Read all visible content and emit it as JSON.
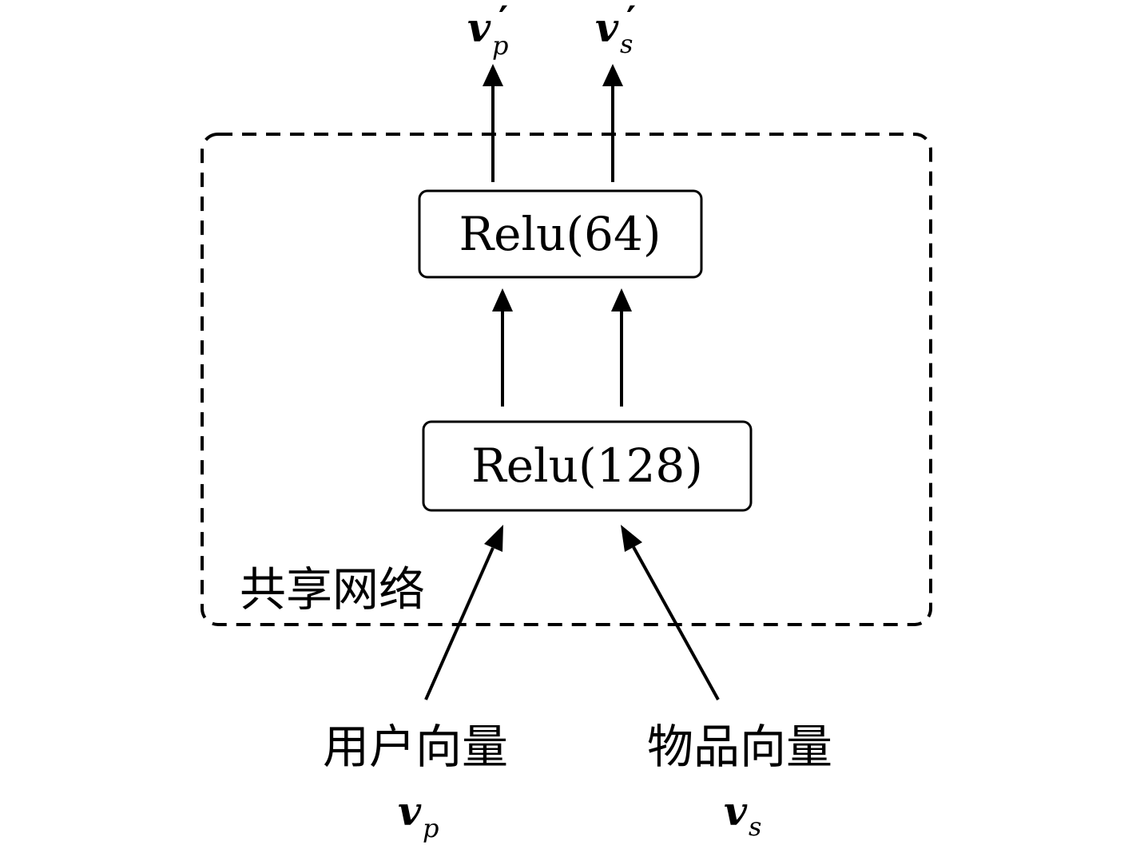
{
  "shared_network": {
    "label": "共享网络"
  },
  "layers": {
    "top_label": "Relu(64)",
    "bottom_label": "Relu(128)"
  },
  "inputs": {
    "user_label": "用户向量",
    "item_label": "物品向量",
    "user_var": "v",
    "user_sub": "p",
    "item_var": "v",
    "item_sub": "s"
  },
  "outputs": {
    "user_var": "v",
    "user_sub": "p",
    "user_prime": "′",
    "item_var": "v",
    "item_sub": "s",
    "item_prime": "′"
  }
}
